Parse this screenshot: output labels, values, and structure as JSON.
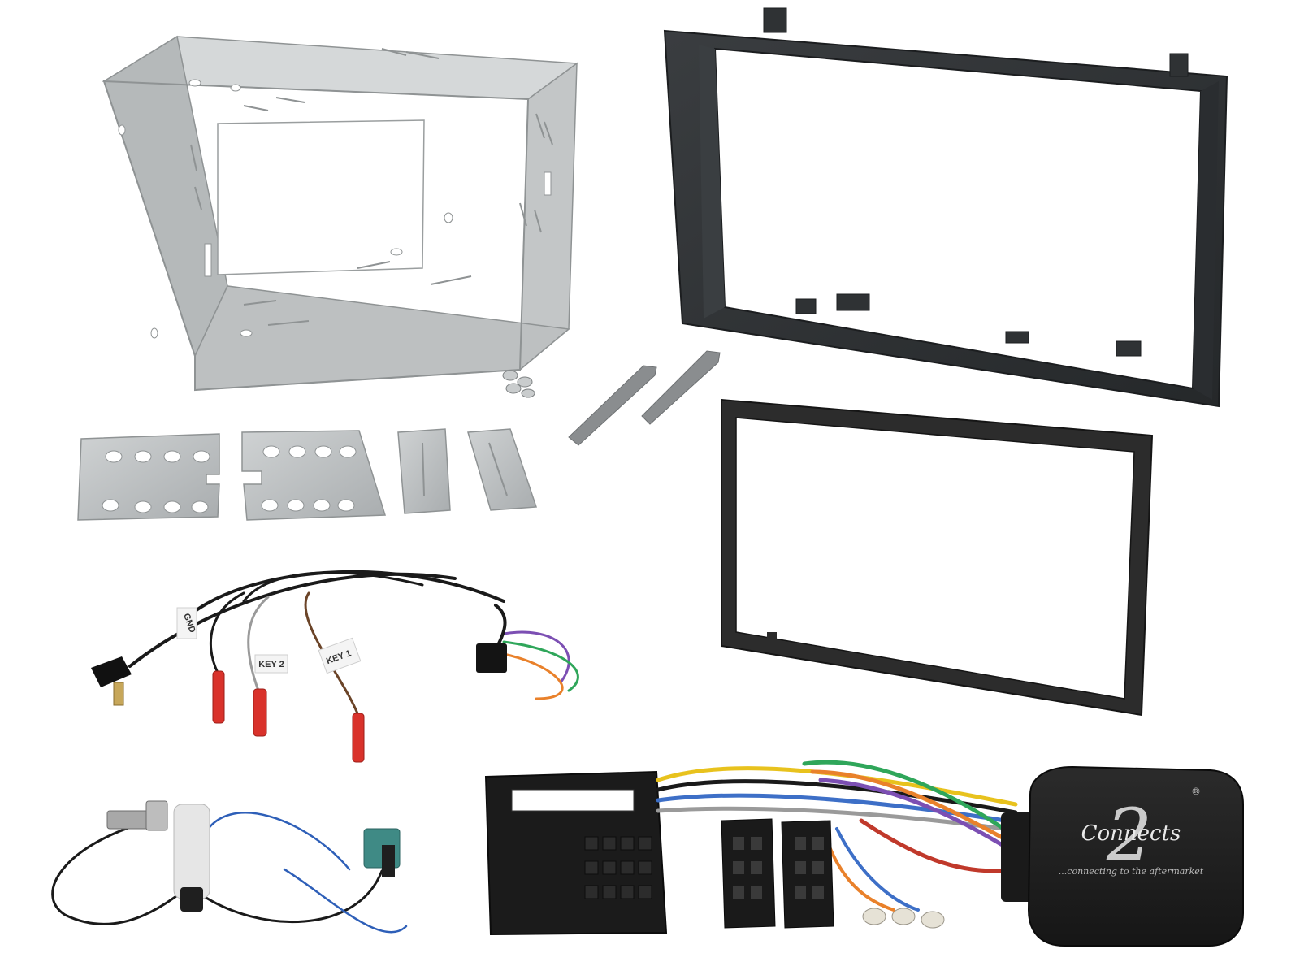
{
  "labels": {
    "gnd": "GND",
    "key2": "KEY 2",
    "key1": "KEY 1"
  },
  "logo": {
    "brand": "Connects",
    "numeral": "2",
    "registered": "®",
    "tagline": "...connecting to the aftermarket"
  },
  "colors": {
    "cage_metal": "#b9bcbd",
    "fascia": "#2f3234",
    "plate_metal": "#bfc1c2",
    "wire_red_connector": "#d9322b",
    "fakra_teal": "#3f8a85",
    "wire_yellow": "#e8c21d",
    "wire_blue": "#3d6fc7",
    "wire_green": "#2fa65a",
    "wire_orange": "#e9812b"
  }
}
